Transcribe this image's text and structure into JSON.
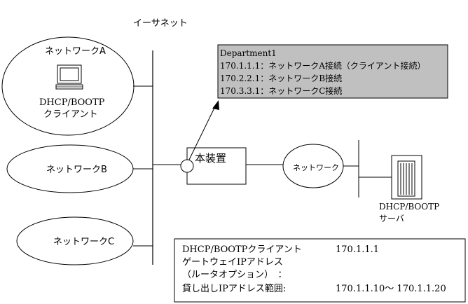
{
  "ethernet_label": "イーサネット",
  "network_a": {
    "label": "ネットワークA",
    "client_line1": "DHCP/BOOTP",
    "client_line2": "クライアント"
  },
  "network_b": {
    "label": "ネットワークB"
  },
  "network_c": {
    "label": "ネットワークC"
  },
  "device": {
    "label": "本装置"
  },
  "network": {
    "label": "ネットワーク"
  },
  "server": {
    "line1": "DHCP/BOOTP",
    "line2": "サーバ"
  },
  "callout": {
    "title": "Department1",
    "lines": [
      "170.1.1.1：ネットワークA接続（クライアント接続）",
      "170.2.2.1：ネットワークB接続",
      "170.3.3.1：ネットワークC接続"
    ]
  },
  "info_box": {
    "row1_label": "DHCP/BOOTPクライアント",
    "row1_value": "170.1.1.1",
    "row2_label": "ゲートウェイIPアドレス",
    "row3_label": "（ルータオプション）　：",
    "row4_label": "貸し出しIPアドレス範囲:",
    "row4_value": "170.1.1.10～ 170.1.1.20"
  },
  "colors": {
    "callout_fill": "#c0c0c0",
    "line": "#000000",
    "background": "#ffffff"
  }
}
